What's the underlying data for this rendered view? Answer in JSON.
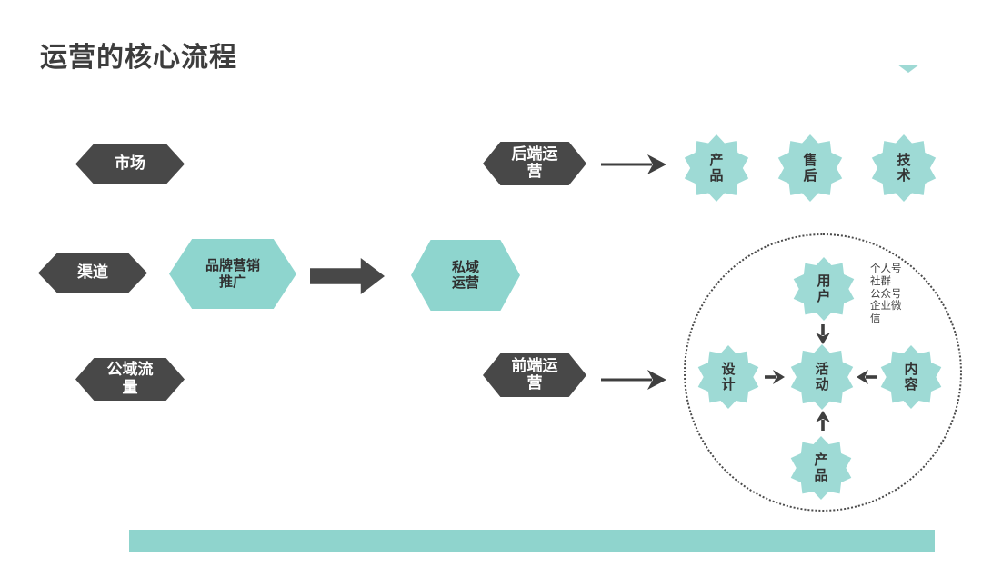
{
  "title": "运营的核心流程",
  "colors": {
    "accent_teal": "#8ed5ce",
    "badge_teal": "#9edad5",
    "dark_gray": "#484848",
    "text_dark": "#3d3d3d"
  },
  "stages": {
    "market": "市场",
    "channel": "渠道",
    "public_traffic": "公域流\n量",
    "backend_ops": "后端运\n营",
    "frontend_ops": "前端运\n营"
  },
  "flow": {
    "brand_marketing": "品牌营销\n推广",
    "private_ops": "私域\n运营"
  },
  "backend_badges": {
    "product": "产\n品",
    "aftersales": "售\n后",
    "tech": "技\n术"
  },
  "circle": {
    "user": "用\n户",
    "design": "设\n计",
    "activity": "活\n动",
    "content": "内\n容",
    "product": "产\n品",
    "channels_note": "个人号\n社群\n公众号\n企业微\n信"
  }
}
